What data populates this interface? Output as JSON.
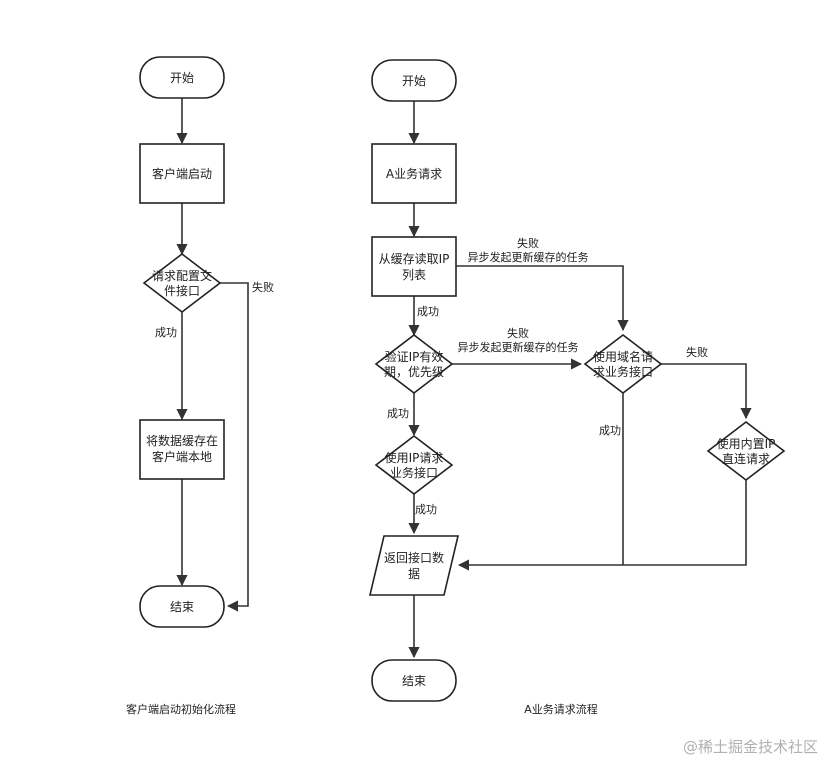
{
  "left_flow": {
    "caption": "客户端启动初始化流程",
    "nodes": {
      "start": "开始",
      "client_start": "客户端启动",
      "request_config_1": "请求配置文",
      "request_config_2": "件接口",
      "save_cache_1": "将数据缓存在",
      "save_cache_2": "客户端本地",
      "end": "结束"
    },
    "edges": {
      "success": "成功",
      "fail": "失败"
    }
  },
  "right_flow": {
    "caption": "A业务请求流程",
    "nodes": {
      "start": "开始",
      "business_request": "A业务请求",
      "read_cache_1": "从缓存读取IP",
      "read_cache_2": "列表",
      "verify_ip_1": "验证IP有效",
      "verify_ip_2": "期，优先级",
      "use_ip_1": "使用IP请求",
      "use_ip_2": "业务接口",
      "use_domain_1": "使用域名请",
      "use_domain_2": "求业务接口",
      "use_builtin_1": "使用内置IP",
      "use_builtin_2": "直连请求",
      "return_data_1": "返回接口数",
      "return_data_2": "据",
      "end": "结束"
    },
    "edges": {
      "fail_async_1_a": "失败",
      "fail_async_1_b": "异步发起更新缓存的任务",
      "success_1": "成功",
      "fail_async_2_a": "失败",
      "fail_async_2_b": "异步发起更新缓存的任务",
      "success_2": "成功",
      "success_3": "成功",
      "success_4": "成功",
      "fail": "失败"
    }
  },
  "watermark": "@稀土掘金技术社区"
}
